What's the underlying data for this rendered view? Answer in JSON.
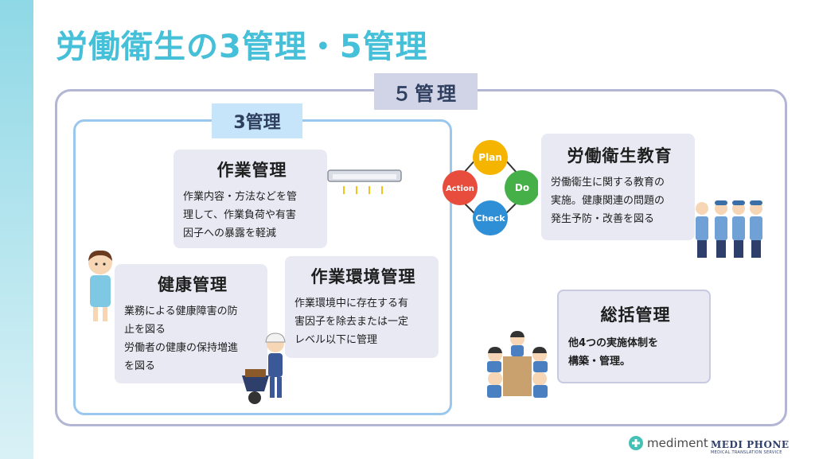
{
  "title": "労働衛生の3管理・5管理",
  "five_label": "５管理",
  "three_label": "3管理",
  "cards": {
    "work": {
      "title": "作業管理",
      "lines": [
        "作業内容・方法などを管",
        "理して、作業負荷や有害",
        "因子への暴露を軽減"
      ]
    },
    "health": {
      "title": "健康管理",
      "lines": [
        "業務による健康障害の防",
        "止を図る",
        "労働者の健康の保持増進",
        "を図る"
      ]
    },
    "environment": {
      "title": "作業環境管理",
      "lines": [
        "作業環境中に存在する有",
        "害因子を除去または一定",
        "レベル以下に管理"
      ]
    },
    "education": {
      "title": "労働衛生教育",
      "lines": [
        "労働衛生に関する教育の",
        "実施。健康関連の問題の",
        "発生予防・改善を図る"
      ]
    },
    "general": {
      "title": "総括管理",
      "lines": [
        "他4つの実施体制を",
        "構築・管理。"
      ]
    }
  },
  "pdca": {
    "plan": "Plan",
    "do": "Do",
    "check": "Check",
    "action": "Action",
    "colors": {
      "plan": "#f4b400",
      "do": "#46b048",
      "check": "#2e8fd6",
      "action": "#e74c3c"
    }
  },
  "logos": {
    "mediment": "mediment",
    "mediphone": "MEDI PHONE",
    "mediphone_sub": "MEDICAL TRANSLATION SERVICE"
  },
  "colors": {
    "title": "#45c0d8",
    "outer_border": "#b2b5d3",
    "inner_border": "#9ac7ee",
    "card_bg": "#e8e9f3"
  },
  "icons": [
    "ceiling-light-icon",
    "patient-person-icon",
    "worker-wheelbarrow-icon",
    "training-group-icon",
    "meeting-group-icon",
    "pdca-cycle-icon"
  ]
}
